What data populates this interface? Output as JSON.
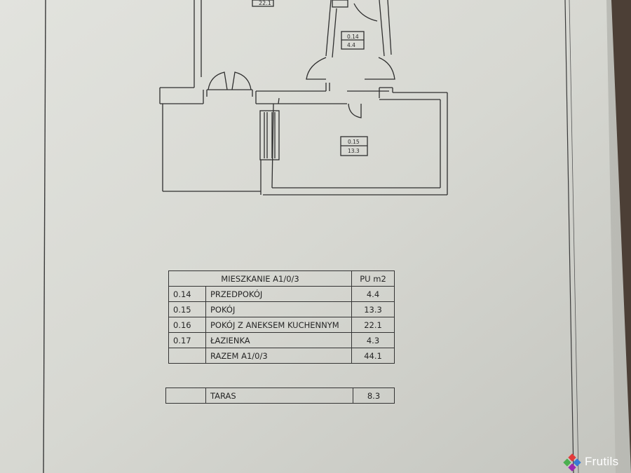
{
  "rooms": {
    "room_0_16": {
      "area": "22.1"
    },
    "room_0_14": {
      "number": "0.14",
      "area": "4.4"
    },
    "room_0_15": {
      "number": "0.15",
      "area": "13.3"
    }
  },
  "apartment_table": {
    "title": "MIESZKANIE A1/0/3",
    "unit_header": "PU m2",
    "rows": [
      {
        "number": "0.14",
        "name": "PRZEDPOKÓJ",
        "area": "4.4"
      },
      {
        "number": "0.15",
        "name": "POKÓJ",
        "area": "13.3"
      },
      {
        "number": "0.16",
        "name": "POKÓJ Z ANEKSEM KUCHENNYM",
        "area": "22.1"
      },
      {
        "number": "0.17",
        "name": "ŁAZIENKA",
        "area": "4.3"
      }
    ],
    "total": {
      "label": "RAZEM A1/0/3",
      "area": "44.1"
    }
  },
  "terrace_table": {
    "label": "TARAS",
    "area": "8.3"
  },
  "watermark": {
    "brand": "Frutils",
    "colors": [
      "#e23b3b",
      "#3a7bd5",
      "#4caf50",
      "#9c27b0"
    ]
  }
}
